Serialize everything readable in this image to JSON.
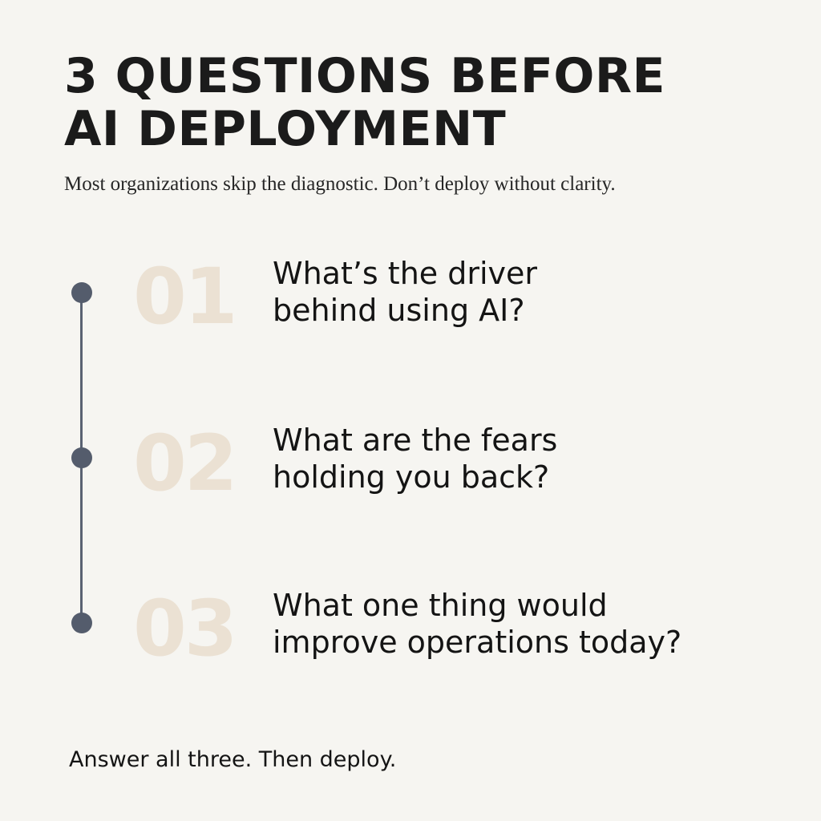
{
  "title": {
    "line1": "3 QUESTIONS BEFORE",
    "line2": "AI DEPLOYMENT"
  },
  "subtitle": "Most organizations skip the diagnostic. Don’t deploy without clarity.",
  "steps": [
    {
      "number": "01",
      "question_line1": "What’s the driver",
      "question_line2": "behind using AI?"
    },
    {
      "number": "02",
      "question_line1": "What are the fears",
      "question_line2": "holding you back?"
    },
    {
      "number": "03",
      "question_line1": "What one thing would",
      "question_line2": "improve operations today?"
    }
  ],
  "footer": "Answer all three. Then deploy.",
  "colors": {
    "background": "#f6f5f1",
    "text": "#1b1b1b",
    "number_accent": "#ebe1d3",
    "timeline": "#545c6c"
  }
}
